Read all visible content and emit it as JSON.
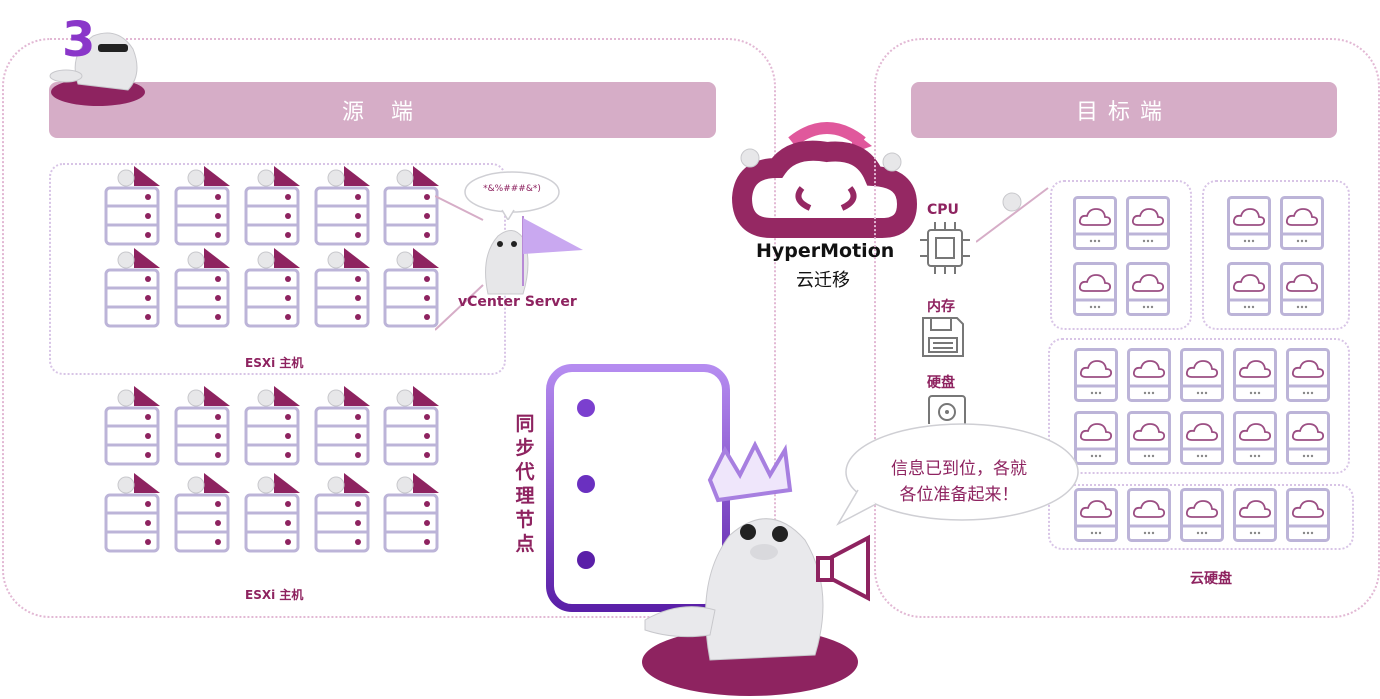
{
  "source": {
    "title": "源 端",
    "esxi_label_top": "ESXi 主机",
    "esxi_label_bottom": "ESXi 主机",
    "vcenter_label": "vCenter Server",
    "vcenter_speech": "*&%###&*)",
    "sync_node_label": "同步代理节点"
  },
  "migration": {
    "brand": "HyperMotion",
    "subtitle": "云迁移"
  },
  "target": {
    "title": "目标端",
    "resources": [
      {
        "label": "CPU",
        "icon": "cpu-chip-icon"
      },
      {
        "label": "内存",
        "icon": "memory-floppy-icon"
      },
      {
        "label": "硬盘",
        "icon": "hard-disk-icon"
      }
    ],
    "speech": "信息已到位，各就各位准备起来！",
    "cloud_disk_label": "云硬盘"
  },
  "mascot_badge": "3",
  "colors": {
    "accent": "#8e2360",
    "banner": "#d6adc7",
    "server_outline": "#bcb4d8",
    "node_purple": "#6d2bb6",
    "cloud_outline": "#9b4e83"
  },
  "icons": [
    "server-rack-icon",
    "cloud-sync-icon",
    "cloud-disk-icon",
    "seal-mascot-icon",
    "megaphone-icon",
    "crown-icon",
    "flag-icon"
  ]
}
